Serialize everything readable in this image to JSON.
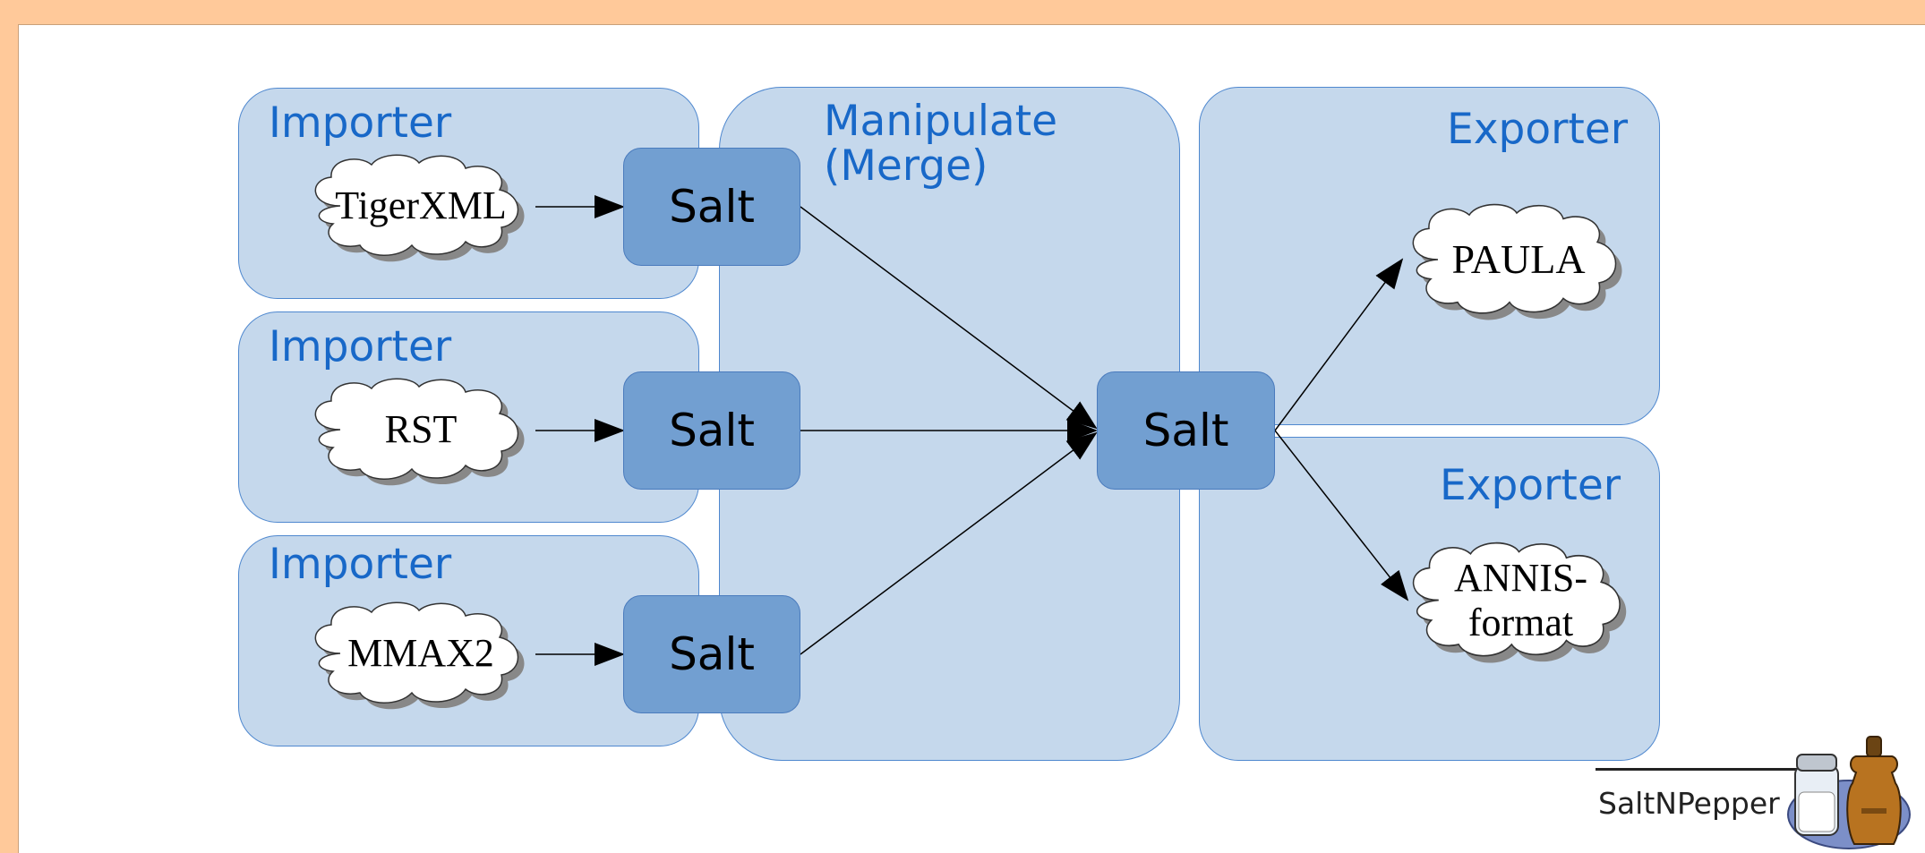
{
  "panels": {
    "importer_1": "Importer",
    "importer_2": "Importer",
    "importer_3": "Importer",
    "manipulate": "Manipulate\n(Merge)",
    "exporter_1": "Exporter",
    "exporter_2": "Exporter"
  },
  "formats": {
    "tigerxml": "TigerXML",
    "rst": "RST",
    "mmax2": "MMAX2",
    "paula": "PAULA",
    "annis_line1": "ANNIS-",
    "annis_line2": "format"
  },
  "salt_nodes": {
    "salt_1": "Salt",
    "salt_2": "Salt",
    "salt_3": "Salt",
    "salt_merged": "Salt"
  },
  "branding": {
    "label": "SaltNPepper"
  },
  "colors": {
    "background": "#ffc99a",
    "panel_fill": "#c5d8ec",
    "panel_border": "#4f88cf",
    "salt_fill": "#729fd1",
    "title_text": "#1868c8"
  }
}
